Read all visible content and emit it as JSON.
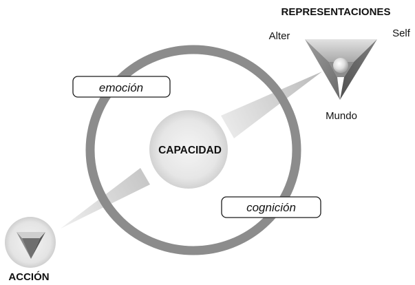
{
  "diagram": {
    "representaciones": "REPRESENTACIONES",
    "alter": "Alter",
    "self": "Self",
    "mundo": "Mundo",
    "emocion": "emoción",
    "capacidad": "CAPACIDAD",
    "cognicion": "cognición",
    "accion": "ACCIÓN"
  }
}
